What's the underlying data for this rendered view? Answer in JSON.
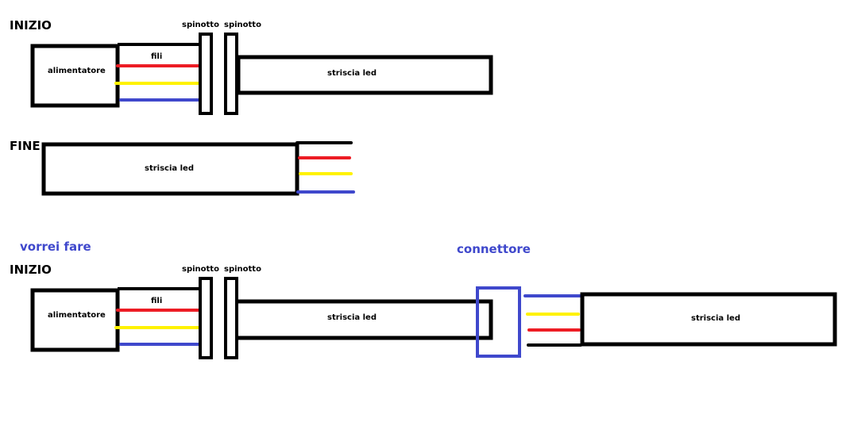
{
  "colors": {
    "outline": "#000000",
    "wire_red": "#ed1c24",
    "wire_yellow": "#fff200",
    "wire_blue": "#3f48cc",
    "wire_black": "#000000",
    "label_blue": "#3f48cc"
  },
  "section_start": {
    "title": "INIZIO",
    "power_supply_label": "alimentatore",
    "wires_label": "fili",
    "plug1_label": "spinotto",
    "plug2_label": "spinotto",
    "strip_label": "striscia led"
  },
  "section_end": {
    "title": "FINE",
    "strip_label": "striscia led"
  },
  "section_wish": {
    "heading": "vorrei fare",
    "title": "INIZIO",
    "power_supply_label": "alimentatore",
    "wires_label": "fili",
    "plug1_label": "spinotto",
    "plug2_label": "spinotto",
    "strip1_label": "striscia led",
    "connector_label": "connettore",
    "strip2_label": "striscia led"
  }
}
